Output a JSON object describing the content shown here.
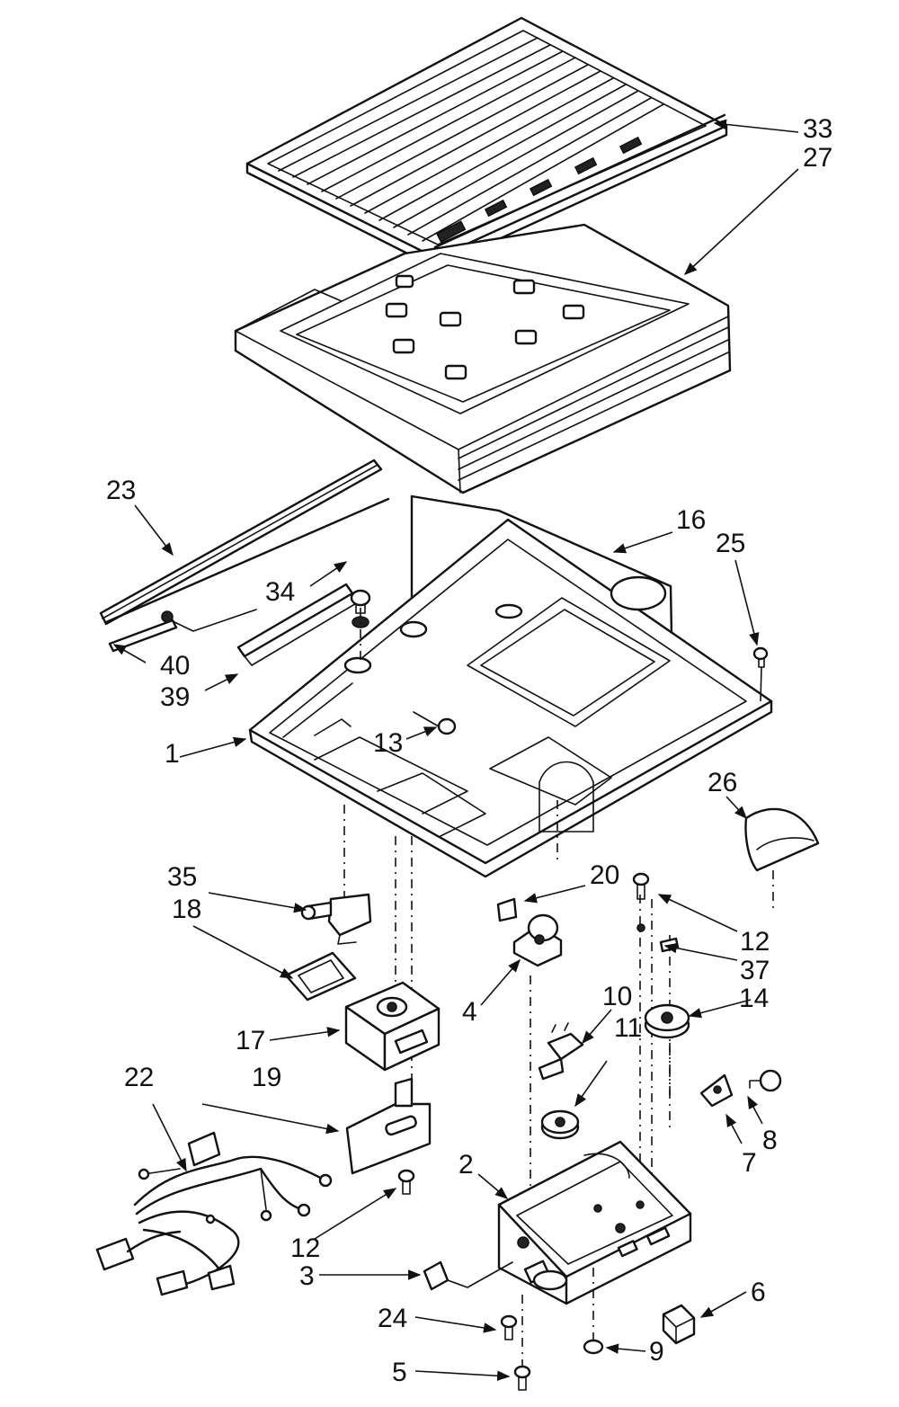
{
  "labels": {
    "l1": "1",
    "l2": "2",
    "l3": "3",
    "l4": "4",
    "l5": "5",
    "l6": "6",
    "l7": "7",
    "l8": "8",
    "l9": "9",
    "l10": "10",
    "l11": "11",
    "l12a": "12",
    "l12b": "12",
    "l13": "13",
    "l14": "14",
    "l16": "16",
    "l17": "17",
    "l18": "18",
    "l19": "19",
    "l20": "20",
    "l22": "22",
    "l23": "23",
    "l24": "24",
    "l25": "25",
    "l26": "26",
    "l27": "27",
    "l33": "33",
    "l34": "34",
    "l35": "35",
    "l37": "37",
    "l39": "39",
    "l40": "40"
  }
}
